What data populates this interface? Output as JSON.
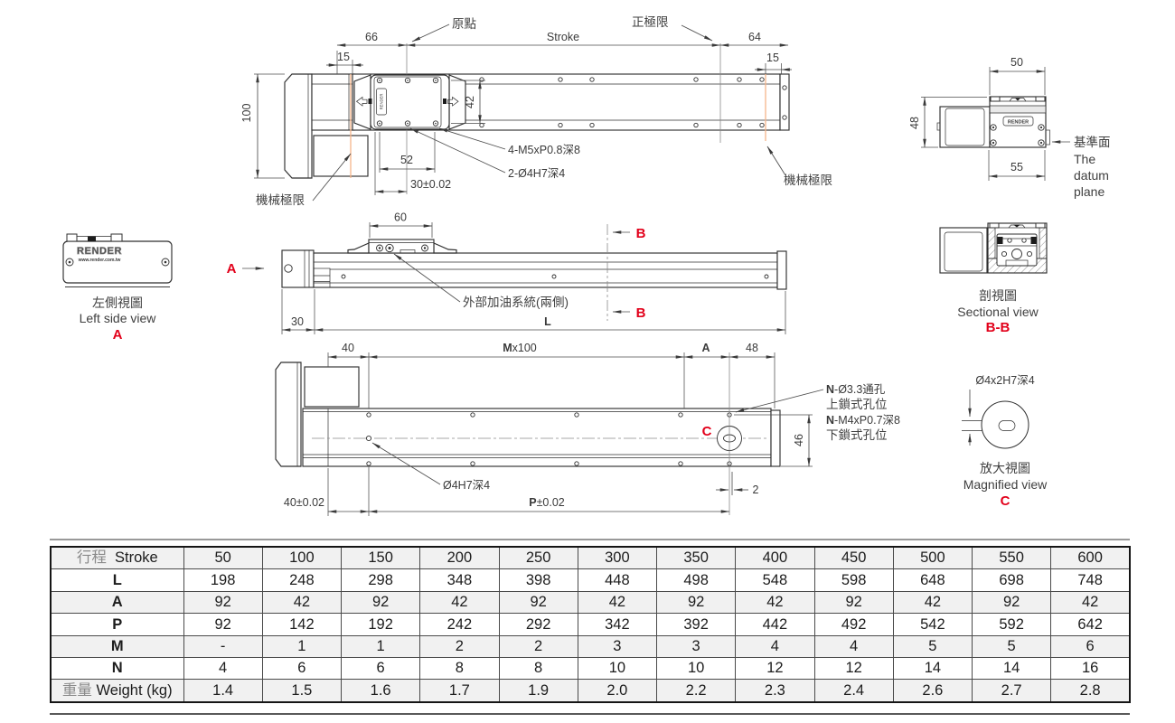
{
  "colors": {
    "accent_red": "#e2001a",
    "limit_orange": "#f6b58a"
  },
  "top_view": {
    "dim_100": "100",
    "dim_15_left": "15",
    "dim_66": "66",
    "origin_label": "原點",
    "stroke_label": "Stroke",
    "pos_limit_label": "正極限",
    "dim_64": "64",
    "dim_15_right": "15",
    "dim_42": "42",
    "dim_52": "52",
    "dim_30": "30±0.02",
    "mech_limit_left": "機械極限",
    "mech_limit_right": "機械極限",
    "callout_m5": "4-M5xP0.8深8",
    "callout_h7": "2-Ø4H7深4",
    "carriage_logo": "RENDER"
  },
  "datum_view": {
    "dim_50": "50",
    "dim_48": "48",
    "dim_55": "55",
    "logo": "RENDER",
    "label_cn": "基準面",
    "label_en_1": "The",
    "label_en_2": "datum",
    "label_en_3": "plane"
  },
  "left_view": {
    "logo": "RENDER",
    "logo_url": "www.render.com.tw",
    "caption_cn": "左側視圖",
    "caption_en": "Left side view",
    "letter": "A"
  },
  "front_view": {
    "letter_a": "A",
    "letter_b_top": "B",
    "letter_b_bottom": "B",
    "dim_60": "60",
    "dim_30": "30",
    "dim_l": "L",
    "oil_label": "外部加油系統(兩側)"
  },
  "section_view": {
    "caption_cn": "剖視圖",
    "caption_en": "Sectional view",
    "letter": "B-B"
  },
  "bottom_view": {
    "dim_40": "40",
    "dim_m_bold": "M",
    "dim_m_rest": "x100",
    "dim_a": "A",
    "dim_48": "48",
    "dim_46": "46",
    "dim_2": "2",
    "dim_40_tol": "40±0.02",
    "dim_p_bold": "P",
    "dim_p_rest": "±0.02",
    "callout_n1_bold": "N",
    "callout_n1_rest": "-Ø3.3通孔",
    "callout_n2": "上鎖式孔位",
    "callout_n3_bold": "N",
    "callout_n3_rest": "-M4xP0.7深8",
    "callout_n4": "下鎖式孔位",
    "callout_hole": "Ø4H7深4",
    "letter_c": "C"
  },
  "magnified_view": {
    "label": "Ø4x2H7深4",
    "caption_cn": "放大視圖",
    "caption_en": "Magnified view",
    "letter": "C"
  },
  "table": {
    "header_label_cn": "行程",
    "header_label_en": "Stroke",
    "strokes": [
      "50",
      "100",
      "150",
      "200",
      "250",
      "300",
      "350",
      "400",
      "450",
      "500",
      "550",
      "600"
    ],
    "rows": [
      {
        "label": "L",
        "values": [
          "198",
          "248",
          "298",
          "348",
          "398",
          "448",
          "498",
          "548",
          "598",
          "648",
          "698",
          "748"
        ]
      },
      {
        "label": "A",
        "values": [
          "92",
          "42",
          "92",
          "42",
          "92",
          "42",
          "92",
          "42",
          "92",
          "42",
          "92",
          "42"
        ]
      },
      {
        "label": "P",
        "values": [
          "92",
          "142",
          "192",
          "242",
          "292",
          "342",
          "392",
          "442",
          "492",
          "542",
          "592",
          "642"
        ]
      },
      {
        "label": "M",
        "values": [
          "-",
          "1",
          "1",
          "2",
          "2",
          "3",
          "3",
          "4",
          "4",
          "5",
          "5",
          "6"
        ]
      },
      {
        "label": "N",
        "values": [
          "4",
          "6",
          "6",
          "8",
          "8",
          "10",
          "10",
          "12",
          "12",
          "14",
          "14",
          "16"
        ]
      },
      {
        "label_cn": "重量",
        "label_en": "Weight (kg)",
        "values": [
          "1.4",
          "1.5",
          "1.6",
          "1.7",
          "1.9",
          "2.0",
          "2.2",
          "2.3",
          "2.4",
          "2.6",
          "2.7",
          "2.8"
        ]
      }
    ]
  }
}
